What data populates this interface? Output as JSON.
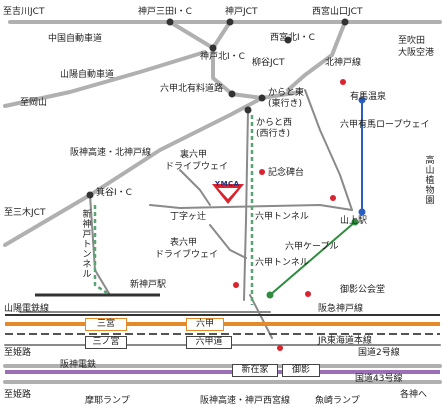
{
  "labels": {
    "kosaka_jct": "至吉川JCT",
    "kobe_sanda": "神戸三田I・C",
    "kobe_jct": "神戸JCT",
    "nishinomiya_yamaguchi": "西宮山口JCT",
    "mitsumori_suita": "至吹田",
    "osaka_airport": "大阪空港",
    "chugoku_expwy": "中国自動車道",
    "kobe_kita": "神戸北I・C",
    "nishinomiya_kita": "西宮北I・C",
    "sanyo_expwy": "山陽自動車道",
    "yanagitani_jct": "柳谷JCT",
    "kita_kobe_line": "北神戸線",
    "to_okayama": "至岡山",
    "rokko_kita_toll": "六甲北有料道路",
    "karato_higashi": "からと東",
    "east_bound": "(東行き)",
    "arima_onsen": "有馬温泉",
    "hanshin_kita_kobe": "阪神高速・北神戸線",
    "karato_nishi": "からと西",
    "west_bound": "(西行き)",
    "rokko_arima_ropeway": "六甲有馬ロープウェイ",
    "ura_rokko": "裏六甲",
    "drive_way": "ドライブウェイ",
    "kinenhi": "記念碑台",
    "takayama_shokubutsuen": "高山植物園",
    "ymca": "YMCA",
    "minowa_ic": "箕谷I・C",
    "to_sanyo_jct": "至三木JCT",
    "chojigatsuji": "丁字ヶ辻",
    "rokko_tunnel_a": "六甲トンネル",
    "sanjo_station": "山上駅",
    "shin_kobe_tunnel": "新神戸トンネル",
    "omote_rokko": "表六甲",
    "drive_way2": "ドライブウェイ",
    "rokko_tunnel_b": "六甲トンネル",
    "rokko_cable": "六甲ケーブル",
    "shin_kobe_station": "新神戸駅",
    "mikage_kokaido": "御影公会堂",
    "sanyo_dentetsu": "山陽電鉄線",
    "sannomiya": "三宮",
    "rokko": "六甲",
    "hankyu_line": "阪急神戸線",
    "sannomiya2": "三ノ宮",
    "rokkomichi": "六甲道",
    "jr_tokaido": "JR東海道本線",
    "to_himeji": "至姫路",
    "kokudo_2": "国道2号線",
    "hanshin_dentetsu": "阪神電鉄",
    "shinzaike": "新在家",
    "mikage": "御影",
    "kokudo_43": "国道43号線",
    "to_himeji2": "至姫路",
    "to_osaka": "各神へ",
    "maya_ramp": "摩耶ランプ",
    "hanshin_nishinomiya": "阪神高速・神戸西宮線",
    "uozaki_ramp": "魚崎ランプ"
  },
  "colors": {
    "expressway": "#aaaaaa",
    "rail": "#555555",
    "jr_orange": "#e58a2b",
    "hanshin_purple": "#9b6fb5",
    "ropeway_blue": "#2a5fbf",
    "cable_green": "#2f8b3e",
    "marker_red": "#d9232e",
    "ymca_blue": "#1a2f80"
  },
  "icons": {
    "ymca_logo": "ymca-triangle-logo",
    "marker": "red-dot-marker",
    "junction": "dark-dot-junction"
  }
}
